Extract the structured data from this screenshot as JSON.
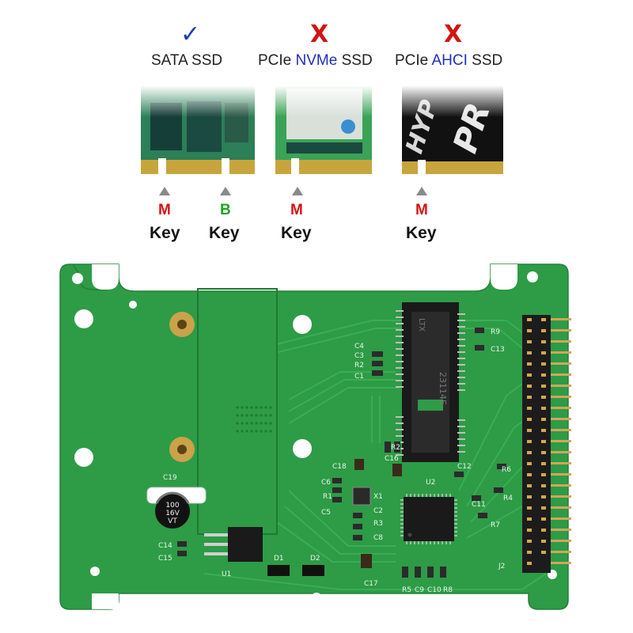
{
  "compat": [
    {
      "mark": "✓",
      "status": "supported",
      "text_before": "SATA SSD",
      "text_highlight": "",
      "text_after": ""
    },
    {
      "mark": "X",
      "status": "unsupported",
      "text_before": "PCIe ",
      "text_highlight": "NVMe",
      "text_after": " SSD"
    },
    {
      "mark": "X",
      "status": "unsupported",
      "text_before": "PCIe ",
      "text_highlight": "AHCI",
      "text_after": " SSD"
    }
  ],
  "ssd_images": {
    "sata_ssd": "green PCB with M and B key notches",
    "nvme_ssd": "green PCB with M key notch",
    "ahci_ssd": "black heatsink SSD with printed HYP / PR"
  },
  "ahci_print": {
    "line1": "HYP",
    "line2": "PR"
  },
  "keys": [
    {
      "letter": "M",
      "word": "Key",
      "color": "#d41414"
    },
    {
      "letter": "B",
      "word": "Key",
      "color": "#22a322"
    },
    {
      "letter": "M",
      "word": "Key",
      "color": "#d41414"
    },
    {
      "letter": "M",
      "word": "Key",
      "color": "#d41414"
    }
  ],
  "board": {
    "pcb_color": "#2e9b46",
    "trace_color": "#3aae54",
    "socket_print": "23114E",
    "socket_brand": "LTX",
    "capacitor": {
      "line1": "100",
      "line2": "16V",
      "line3": "VT"
    },
    "silkscreen": [
      "C19",
      "C14",
      "C15",
      "U1",
      "D1",
      "D2",
      "C18",
      "C6",
      "R1",
      "C5",
      "C2",
      "R3",
      "C8",
      "X1",
      "U2",
      "R2",
      "C16",
      "C17",
      "R5",
      "C9",
      "C10",
      "R8",
      "C12",
      "R6",
      "C11",
      "R4",
      "R7",
      "C13",
      "R9",
      "J2",
      "C1",
      "R2",
      "C3",
      "C4"
    ]
  },
  "colors": {
    "check": "#1a3fb0",
    "cross": "#d41414",
    "highlight": "#1f2fb8",
    "b_key": "#22a322"
  }
}
